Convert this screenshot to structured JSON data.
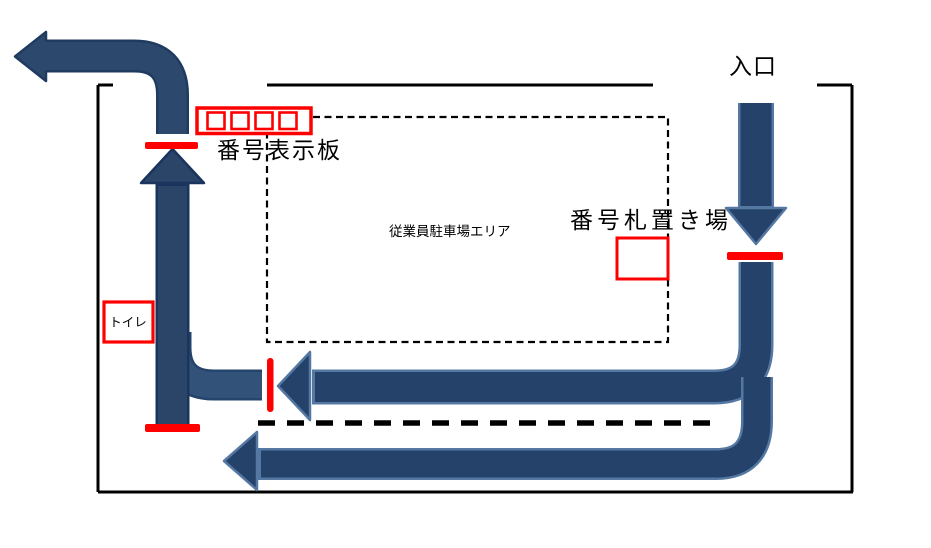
{
  "diagram": {
    "labels": {
      "entrance": "入口",
      "number_display_board": "番号表示板",
      "number_tag_place": "番号札置き場",
      "employee_parking_area": "従業員駐車場エリア",
      "toilet": "トイレ"
    },
    "colors": {
      "route_arrow_fill": "#24426a",
      "route_arrow_outline": "#5578a3",
      "exit_arrow_fill": "#2b4569",
      "exit_arrow_outline": "#1b345e",
      "turn_connector_fill": "#33527a",
      "turn_connector_outline": "#25446c",
      "stop_marker": "#ff0000",
      "boundary": "#000000"
    }
  }
}
